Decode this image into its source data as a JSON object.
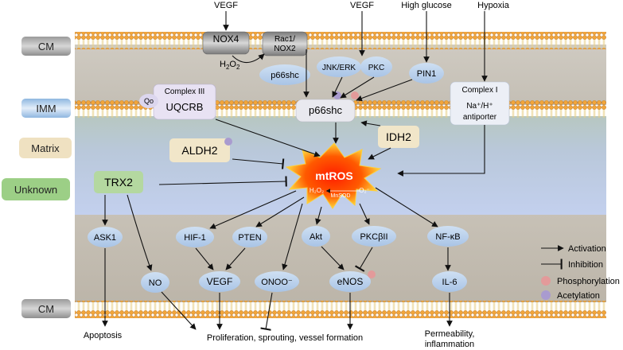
{
  "side_labels": {
    "cm_top": "CM",
    "imm": "IMM",
    "matrix": "Matrix",
    "unknown": "Unknown",
    "cm_bottom": "CM"
  },
  "stimuli": {
    "vegf_top": "VEGF",
    "vegf": "VEGF",
    "high_glucose": "High glucose",
    "hypoxia": "Hypoxia"
  },
  "molecules": {
    "nox4": "NOX4",
    "rac1": "Rac1/",
    "nox2": "NOX2",
    "h2o2_main": "H",
    "h2o2_sub": "2",
    "h2o2_o": "O",
    "p66shc_cyto": "p66shc",
    "jnk_erk": "JNK/ERK",
    "pkc": "PKC",
    "pin1": "PIN1",
    "complex_iii": "Complex III",
    "qo": "Qo",
    "uqcrb": "UQCRB",
    "p66shc_imm": "p66shc",
    "complex_i": "Complex I",
    "na_h_line1": "Na⁺/H⁺",
    "na_h_line2": "antiporter",
    "aldh2": "ALDH2",
    "idh2": "IDH2",
    "trx2": "TRX2",
    "mtros": "mtROS",
    "mtros_h2o2": "H₂O₂",
    "mtros_mnsod": "MnSOD",
    "mtros_o2": "O₂⁻",
    "ask1": "ASK1",
    "hif1": "HIF-1",
    "pten": "PTEN",
    "akt": "Akt",
    "pkcbii": "PKCβII",
    "nfkb": "NF-κB",
    "no": "NO",
    "vegf_out": "VEGF",
    "onoo": "ONOO⁻",
    "enos": "eNOS",
    "il6": "IL-6"
  },
  "outcomes": {
    "apoptosis": "Apoptosis",
    "proliferation": "Proliferation, sprouting, vessel formation",
    "permeability_1": "Permeability,",
    "permeability_2": "inflammation"
  },
  "legend": {
    "activation": "Activation",
    "inhibition": "Inhibition",
    "phosphorylation": "Phosphorylation",
    "acetylation": "Acetylation"
  },
  "colors": {
    "node_fill": "#bcd3ee",
    "phospho_dot": "#e39a9a",
    "acetyl_dot": "#a99bcf",
    "burst_core": "#ff2a00",
    "burst_edge": "#ffd23a"
  }
}
